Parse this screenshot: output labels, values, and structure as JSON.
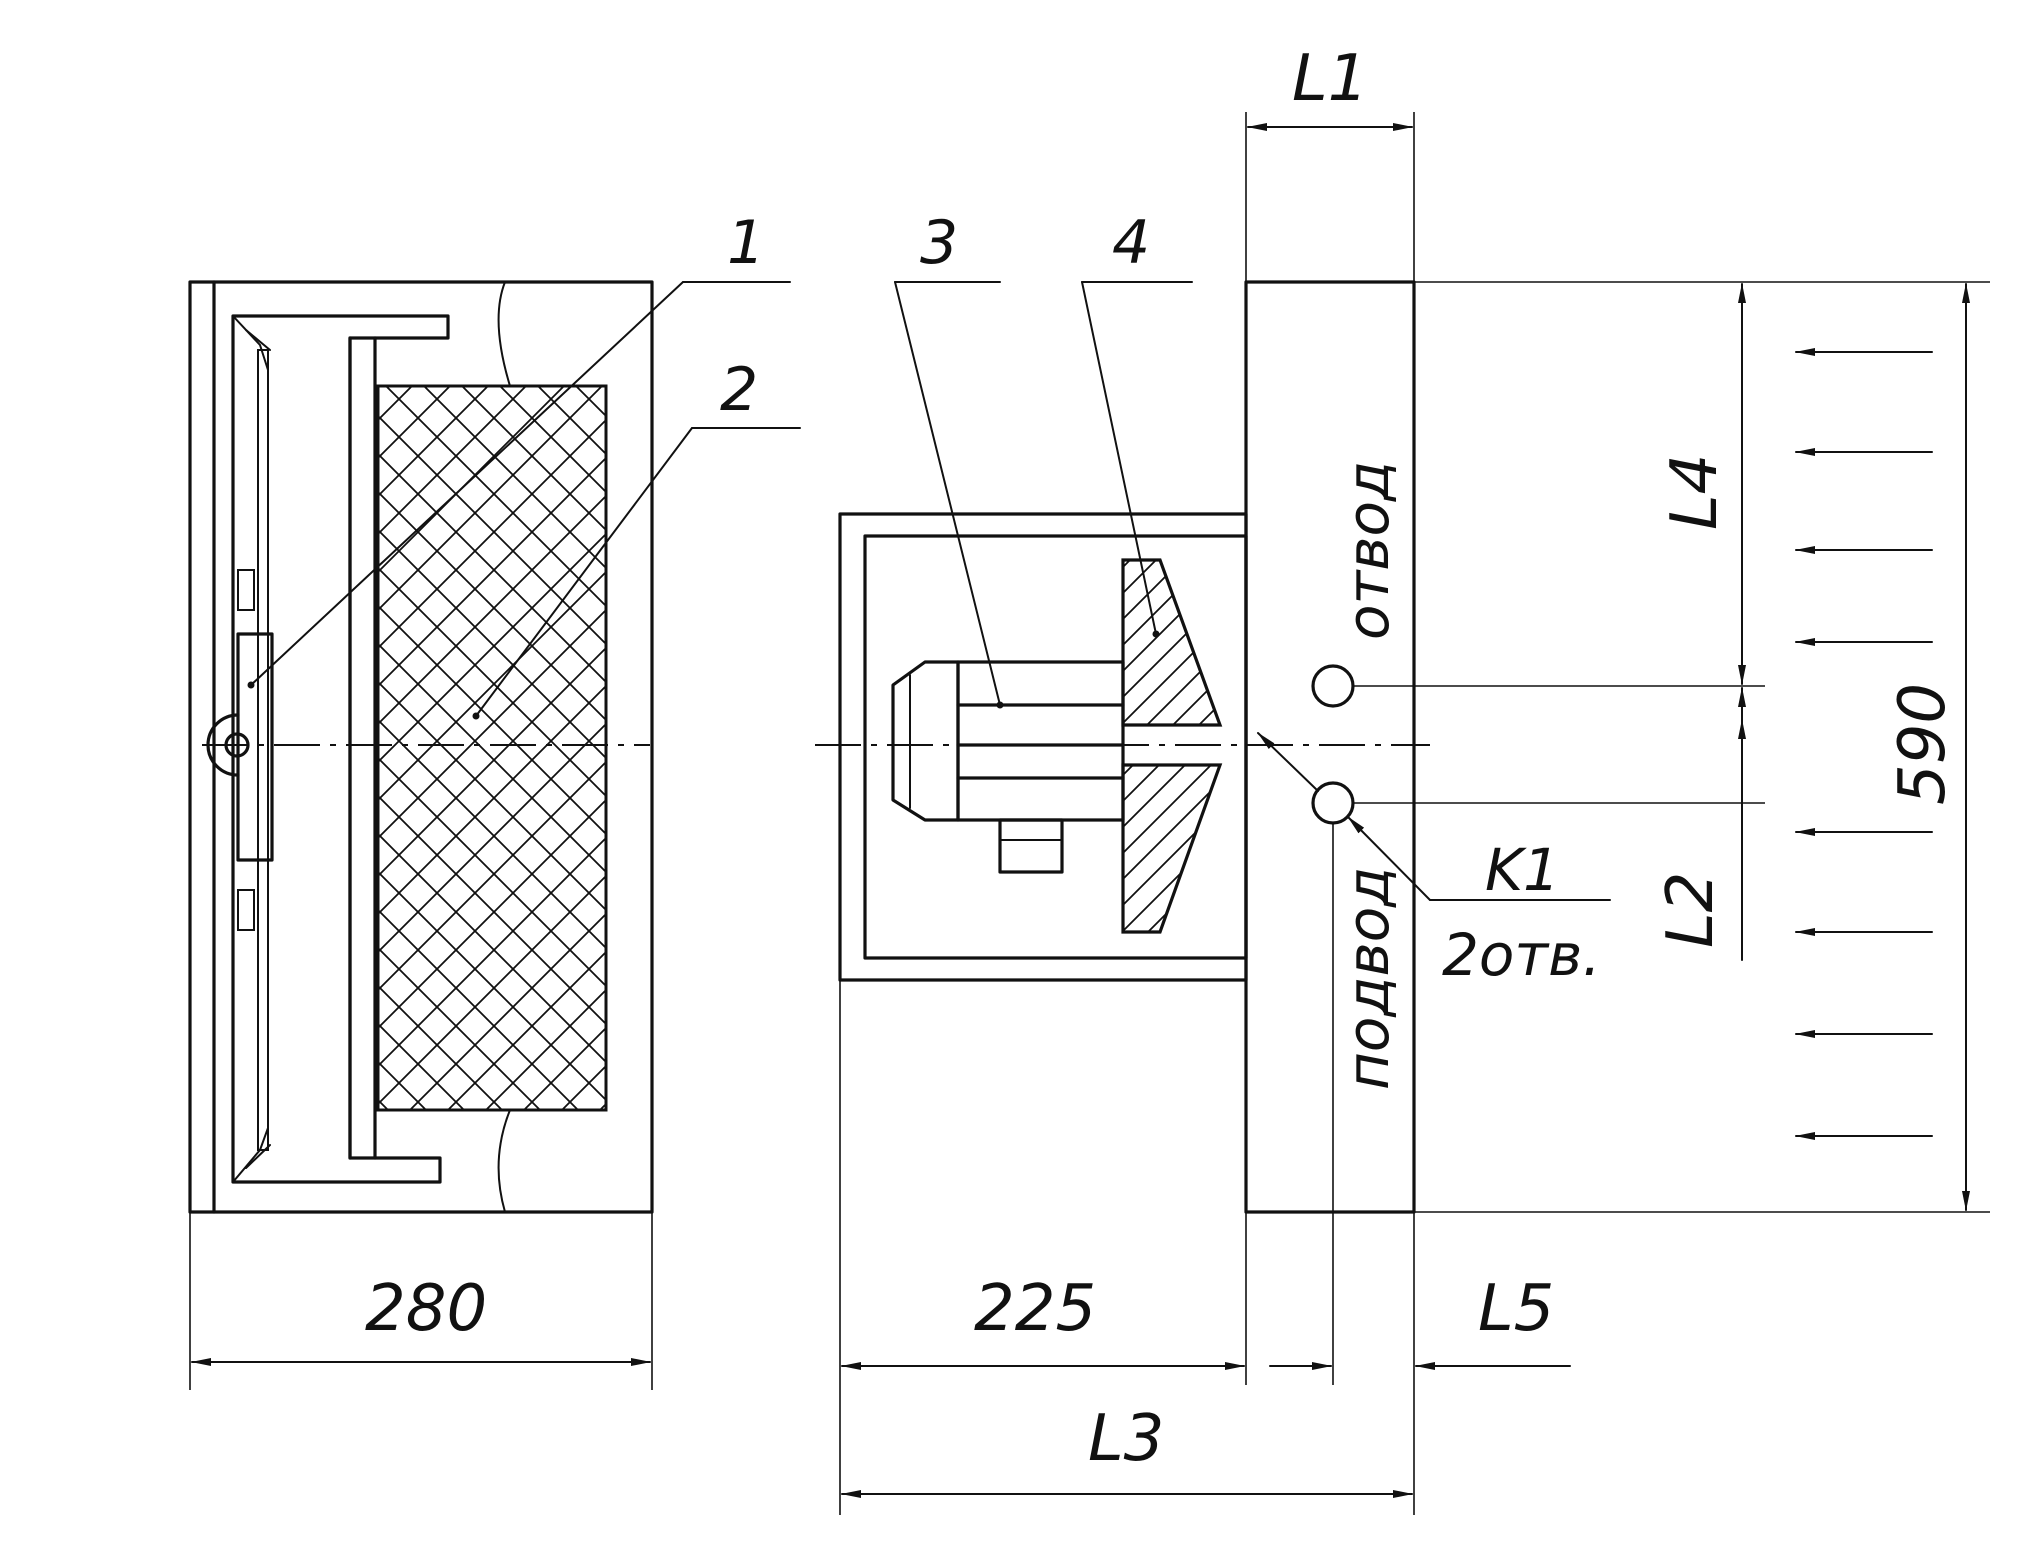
{
  "callouts": {
    "c1": "1",
    "c2": "2",
    "c3": "3",
    "c4": "4"
  },
  "dimensions": {
    "width_left": "280",
    "depth": "225",
    "L1": "L1",
    "L2": "L2",
    "L3": "L3",
    "L4": "L4",
    "L5": "L5",
    "height": "590"
  },
  "ports": {
    "outlet": "отвод",
    "inlet": "подвод"
  },
  "hole_note": {
    "code": "K1",
    "count": "2отв."
  }
}
